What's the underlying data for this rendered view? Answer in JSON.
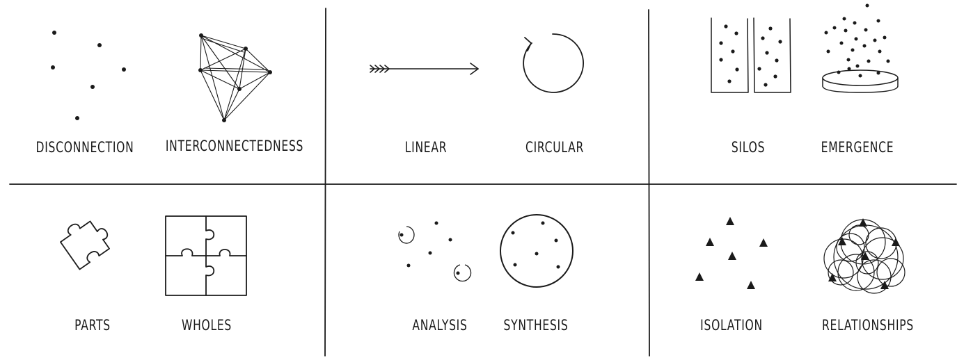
{
  "ink_color": "#1a1a1a",
  "background_color": "#ffffff",
  "concepts": {
    "disconnection": "DISCONNECTION",
    "interconnectedness": "INTERCONNECTEDNESS",
    "linear": "LINEAR",
    "circular": "CIRCULAR",
    "silos": "SILOS",
    "emergence": "EMERGENCE",
    "parts": "PARTS",
    "wholes": "WHOLES",
    "analysis": "ANALYSIS",
    "synthesis": "SYNTHESIS",
    "isolation": "ISOLATION",
    "relationships": "RELATIONSHIPS"
  }
}
